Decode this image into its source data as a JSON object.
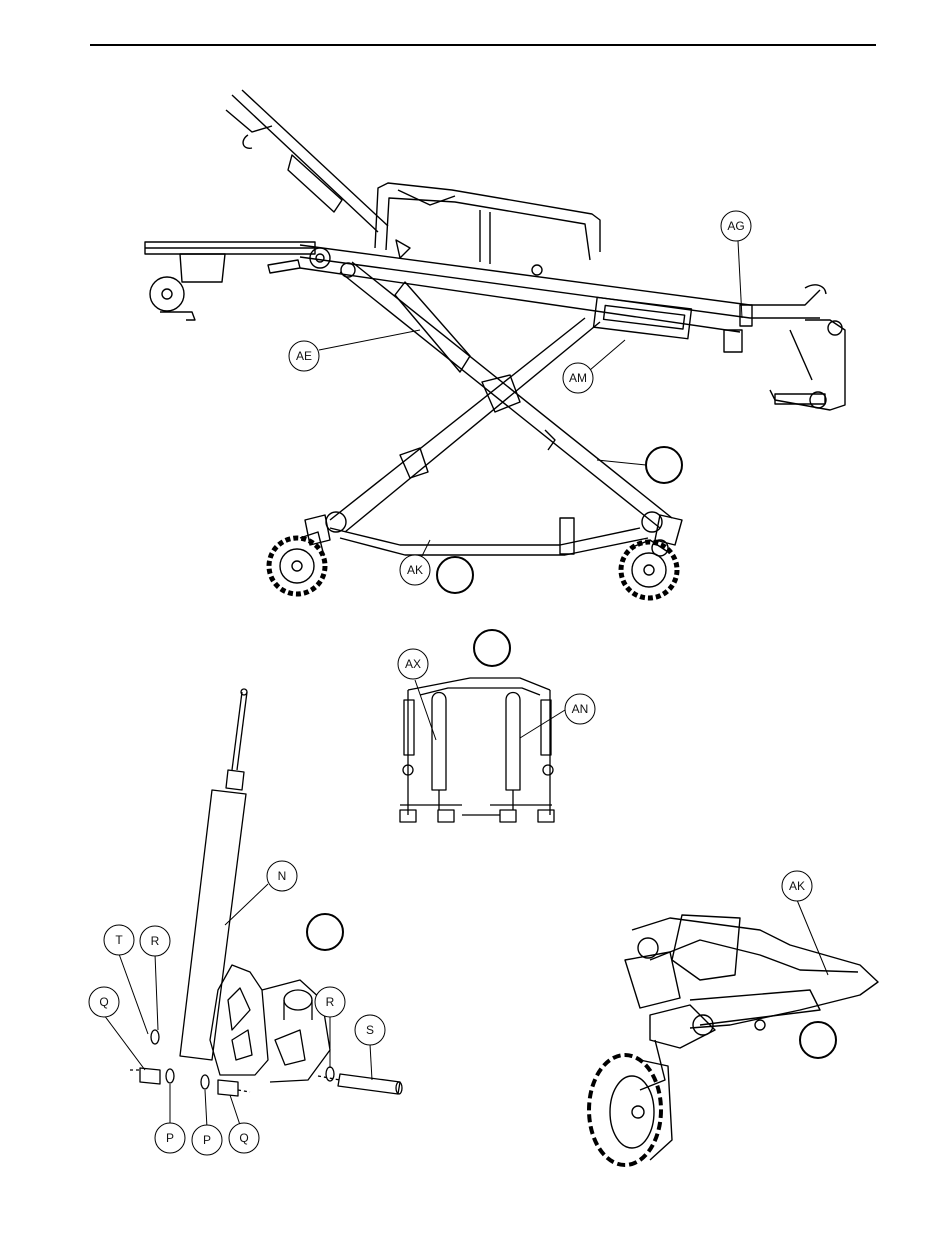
{
  "callouts": {
    "ag": "AG",
    "ae": "AE",
    "am": "AM",
    "ak_main": "AK",
    "ax": "AX",
    "an": "AN",
    "n": "N",
    "t": "T",
    "r_left": "R",
    "r_right": "R",
    "q_left": "Q",
    "q_right": "Q",
    "s": "S",
    "p_left": "P",
    "p_right": "P",
    "ak_detail": "AK"
  },
  "colors": {
    "line": "#000000",
    "fill": "#ffffff"
  }
}
